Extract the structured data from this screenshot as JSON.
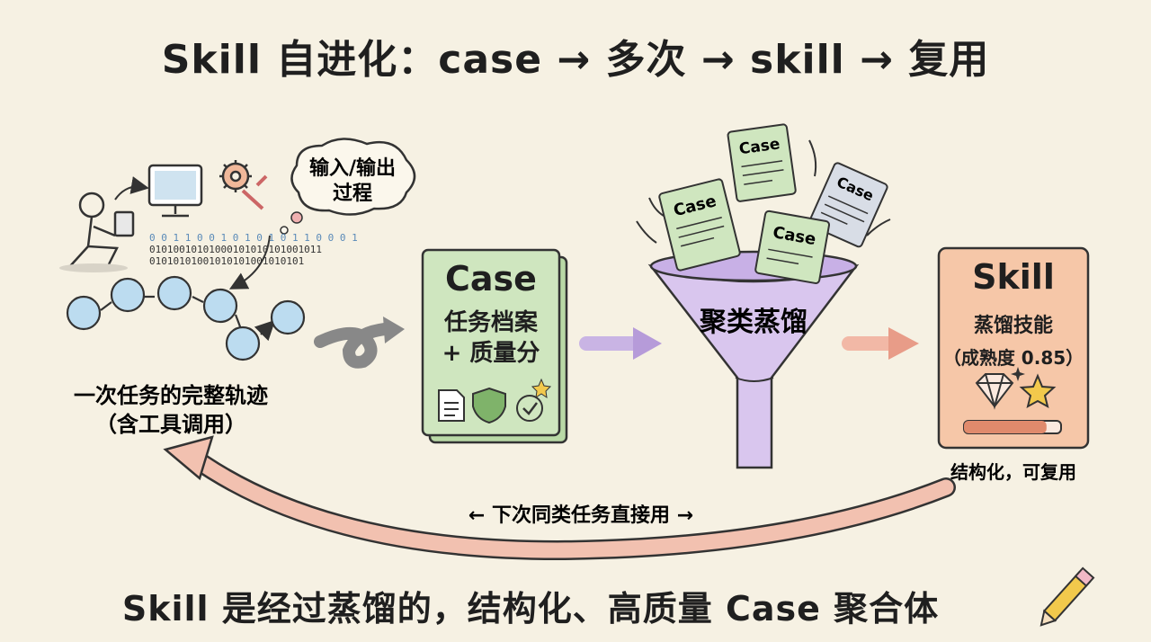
{
  "title": "Skill 自进化：case → 多次 → skill → 复用",
  "trajectory": {
    "bubble_line1": "输入/输出",
    "bubble_line2": "过程",
    "label_line1": "一次任务的完整轨迹",
    "label_line2": "（含工具调用）",
    "binary_row1": "0 0 1 1 0 0 1 0 1 0 1 0 1 1 0 0 0 1",
    "binary_row2": "01010010101000101010101001011",
    "binary_row3": "01010101001010101001010101"
  },
  "case_card": {
    "title": "Case",
    "line1": "任务档案",
    "line2": "+ 质量分"
  },
  "funnel": {
    "label": "聚类蒸馏",
    "mini_card_label": "Case"
  },
  "skill_card": {
    "title": "Skill",
    "line1": "蒸馏技能",
    "line2": "（成熟度 0.85）",
    "caption": "结构化，可复用"
  },
  "loop_label": "← 下次同类任务直接用 →",
  "footer": "Skill 是经过蒸馏的，结构化、高质量 Case 聚合体",
  "colors": {
    "green_card": "#cfe6bf",
    "purple_funnel": "#d9c6ee",
    "orange_card": "#f6c7a8",
    "node_blue": "#bcdcf0",
    "arrow_pink": "#f2c1b0"
  }
}
